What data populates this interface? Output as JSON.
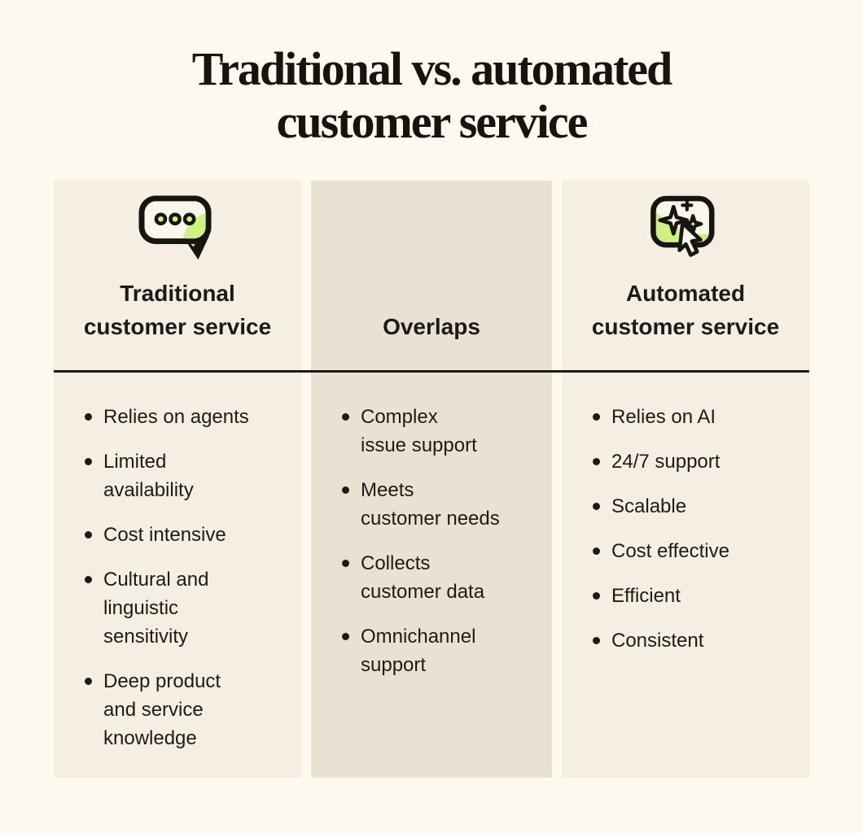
{
  "page": {
    "background_color": "#FDF9EF",
    "side_column_color": "#F5EEE3",
    "middle_column_color": "#E9E2D3",
    "text_color": "#1D1B18",
    "accent_green": "#CDF183"
  },
  "title": "Traditional vs. automated customer service",
  "columns": {
    "traditional": {
      "icon": "speech-bubble-icon",
      "heading": "Traditional customer service",
      "items": [
        "Relies on agents",
        "Limited\navailability",
        "Cost intensive",
        "Cultural and\nlinguistic\nsensitivity",
        "Deep product\nand service\nknowledge"
      ]
    },
    "overlaps": {
      "heading": "Overlaps",
      "items": [
        "Complex\nissue support",
        "Meets\ncustomer needs",
        "Collects\ncustomer data",
        "Omnichannel\nsupport"
      ]
    },
    "automated": {
      "icon": "sparkles-cursor-icon",
      "heading": "Automated customer service",
      "items": [
        "Relies on AI",
        "24/7 support",
        "Scalable",
        "Cost effective",
        "Efficient",
        "Consistent"
      ]
    }
  }
}
